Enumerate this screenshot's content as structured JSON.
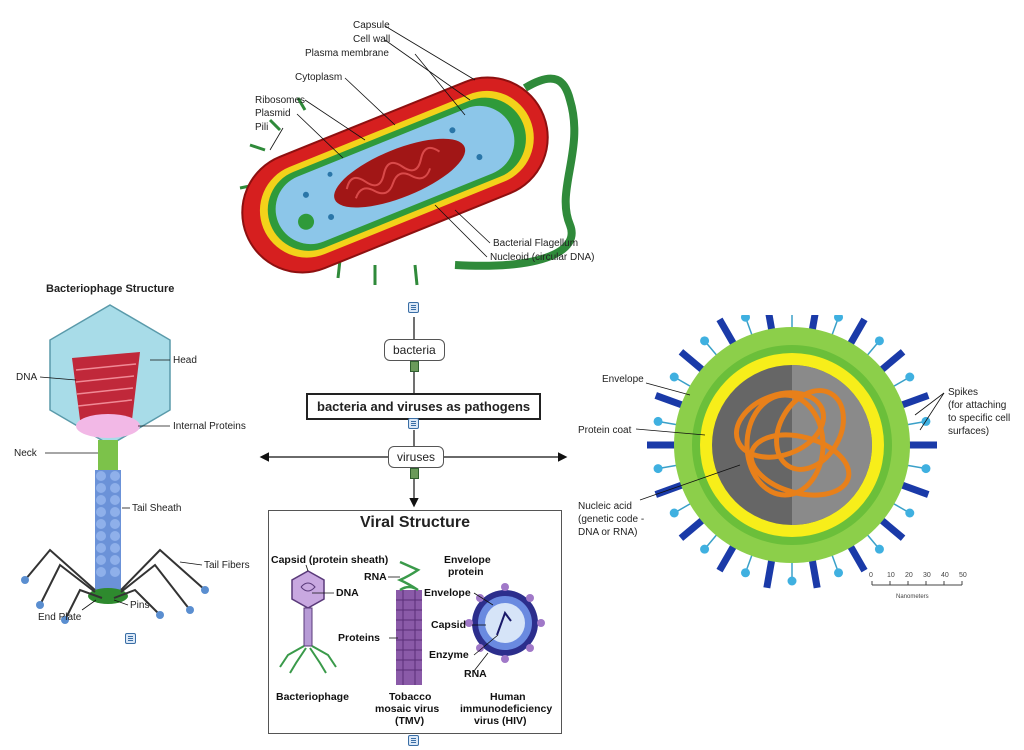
{
  "concept_map": {
    "root": "bacteria and viruses as pathogens",
    "bacteria_node": "bacteria",
    "viruses_node": "viruses"
  },
  "bacterium_labels": {
    "capsule": "Capsule",
    "cell_wall": "Cell wall",
    "plasma_membrane": "Plasma membrane",
    "cytoplasm": "Cytoplasm",
    "ribosomes": "Ribosomes",
    "plasmid": "Plasmid",
    "pili": "Pili",
    "flagellum": "Bacterial Flagellum",
    "nucleoid": "Nucleoid (circular DNA)"
  },
  "bacteriophage": {
    "title": "Bacteriophage Structure",
    "head": "Head",
    "dna": "DNA",
    "internal_proteins": "Internal Proteins",
    "neck": "Neck",
    "tail_sheath": "Tail Sheath",
    "tail_fibers": "Tail Fibers",
    "pins": "Pins",
    "end_plate": "End Plate"
  },
  "viral_structure": {
    "title": "Viral Structure",
    "capsid": "Capsid (protein sheath)",
    "dna": "DNA",
    "proteins": "Proteins",
    "rna": "RNA",
    "envelope_protein_1": "Envelope",
    "envelope_protein_2": "protein",
    "envelope": "Envelope",
    "capsid_hiv": "Capsid",
    "enzyme": "Enzyme",
    "rna_hiv": "RNA",
    "bacteriophage_caption": "Bacteriophage",
    "tmv_caption_1": "Tobacco",
    "tmv_caption_2": "mosaic virus",
    "tmv_caption_3": "(TMV)",
    "hiv_caption_1": "Human",
    "hiv_caption_2": "immunodeficiency",
    "hiv_caption_3": "virus (HIV)"
  },
  "influenza": {
    "envelope": "Envelope",
    "protein_coat": "Protein coat",
    "nucleic_acid_1": "Nucleic acid",
    "nucleic_acid_2": "(genetic code -",
    "nucleic_acid_3": "DNA or RNA)",
    "spikes_1": "Spikes",
    "spikes_2": "(for attaching",
    "spikes_3": "to specific cell",
    "spikes_4": "surfaces)",
    "scale_ticks": [
      "0",
      "10",
      "20",
      "30",
      "40",
      "50"
    ],
    "scale_unit": "Nanometers"
  },
  "colors": {
    "capsule": "#d61f1f",
    "cell_wall": "#f3d21a",
    "membrane": "#2f9a3a",
    "cytoplasm": "#8cc6e9",
    "flagellum": "#2f8a3a",
    "phage_head": "#a8dce8",
    "tail": "#6b92d8",
    "hiv_blue": "#2c2e8c",
    "virus_green": "#8ccf4a",
    "virus_orange": "#e8801a"
  }
}
